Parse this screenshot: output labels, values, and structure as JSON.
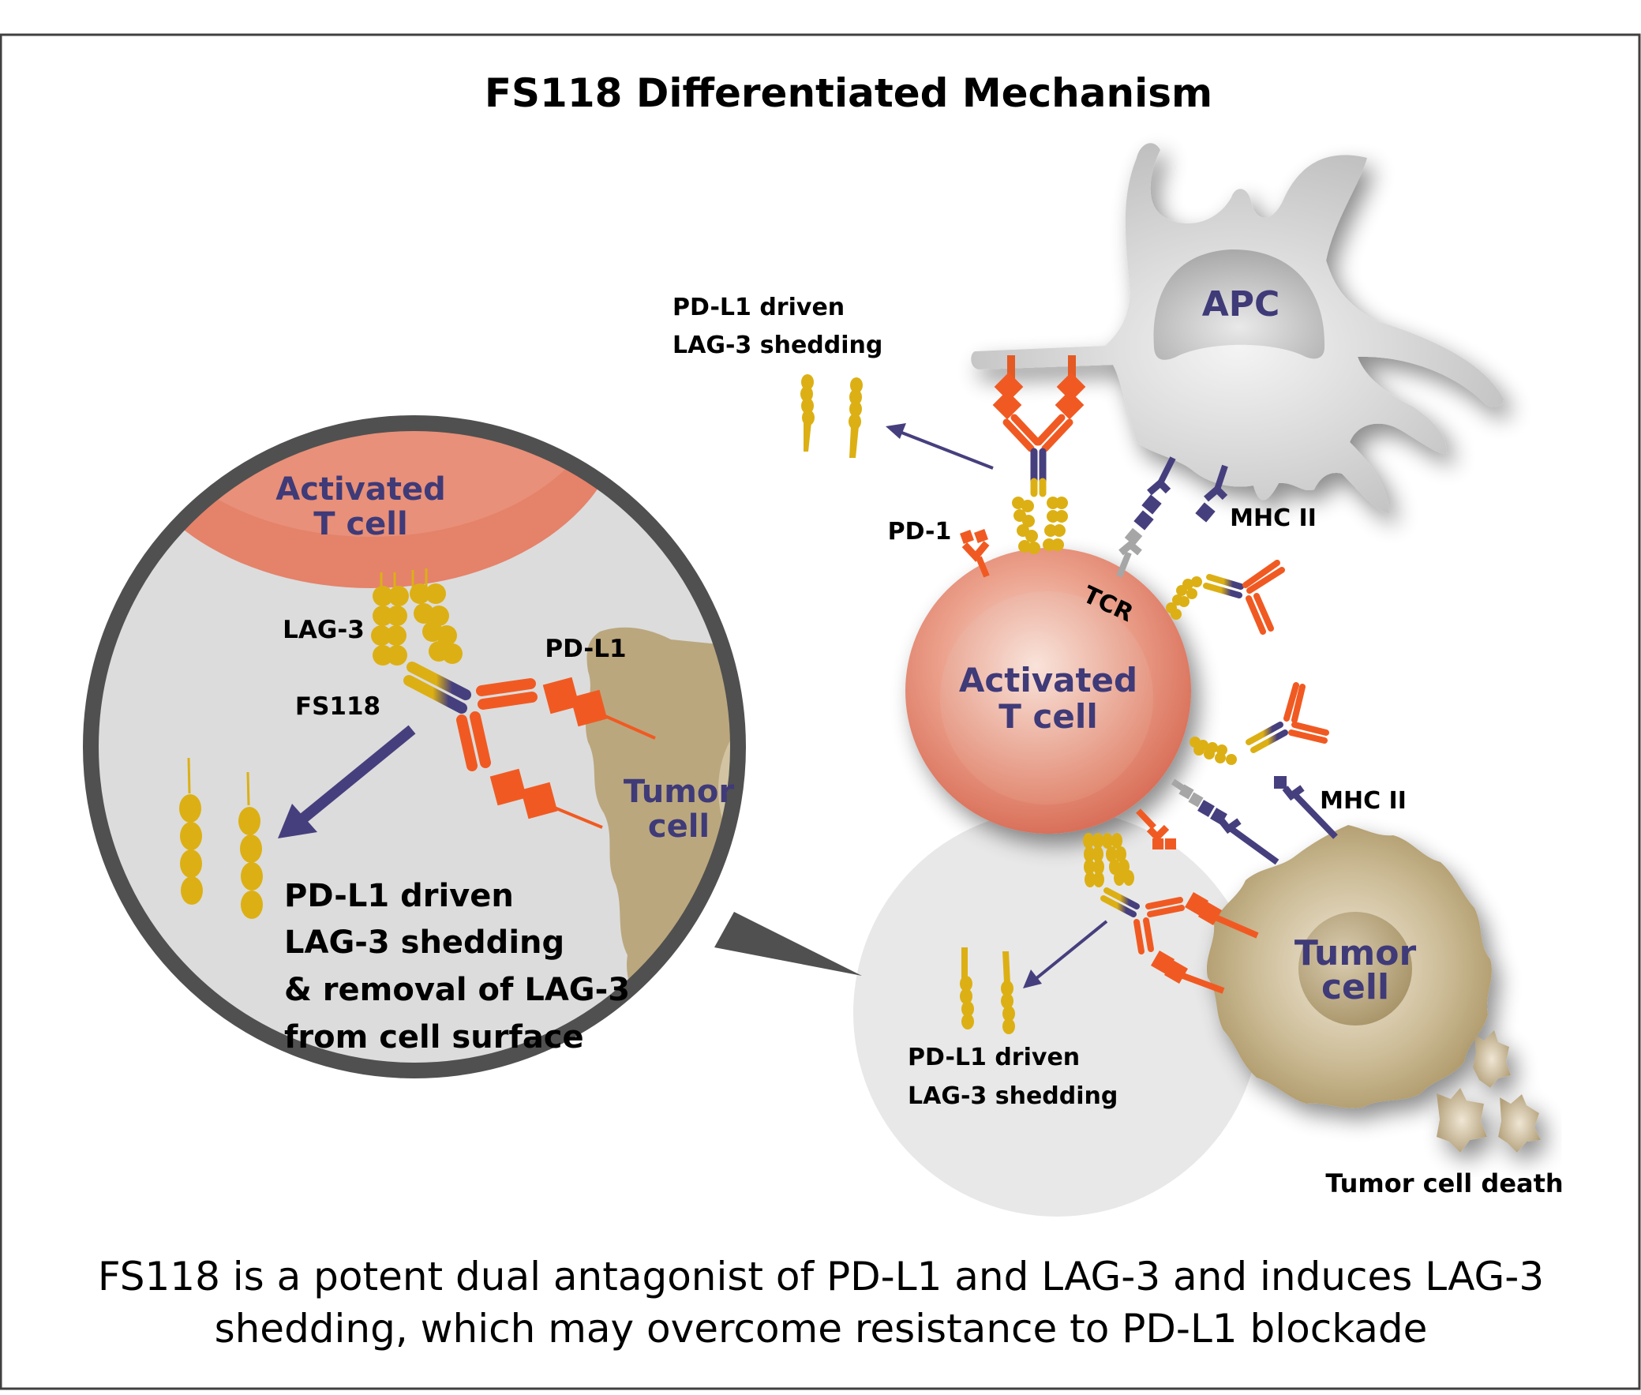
{
  "title": "FS118 Differentiated Mechanism",
  "caption": {
    "line1": "FS118 is a potent dual antagonist of PD-L1 and LAG-3 and induces LAG-3",
    "line2": "shedding, which may overcome resistance to PD-L1 blockade"
  },
  "cells": {
    "apc": "APC",
    "t_cell_line1": "Activated",
    "t_cell_line2": "T cell",
    "tumor_line1": "Tumor",
    "tumor_line2": "cell"
  },
  "labels": {
    "pd1": "PD-1",
    "tcr": "TCR",
    "mhc2_top": "MHC II",
    "mhc2_bottom": "MHC II",
    "shedding_top_line1": "PD-L1 driven",
    "shedding_top_line2": "LAG-3 shedding",
    "shedding_bottom_line1": "PD-L1 driven",
    "shedding_bottom_line2": "LAG-3 shedding",
    "tumor_cell_death": "Tumor cell death"
  },
  "inset": {
    "t_cell_line1": "Activated",
    "t_cell_line2": "T cell",
    "tumor_line1": "Tumor",
    "tumor_line2": "cell",
    "lag3": "LAG-3",
    "fs118": "FS118",
    "pdl1": "PD-L1",
    "note_line1": "PD-L1 driven",
    "note_line2": "LAG-3 shedding",
    "note_line3": "& removal of LAG-3",
    "note_line4": "from cell surface"
  },
  "colors": {
    "lag3": "#dcb014",
    "pdl1": "#f05a22",
    "fs118_fc": "#463f7e",
    "mhc": "#463f7e",
    "tcr": "#a6a6a6",
    "t_cell": "#e5826a",
    "tumor": "#bba77e",
    "apc": "#c8c8c8",
    "inset_border": "#505050",
    "cell_label": "#3f3a78"
  }
}
